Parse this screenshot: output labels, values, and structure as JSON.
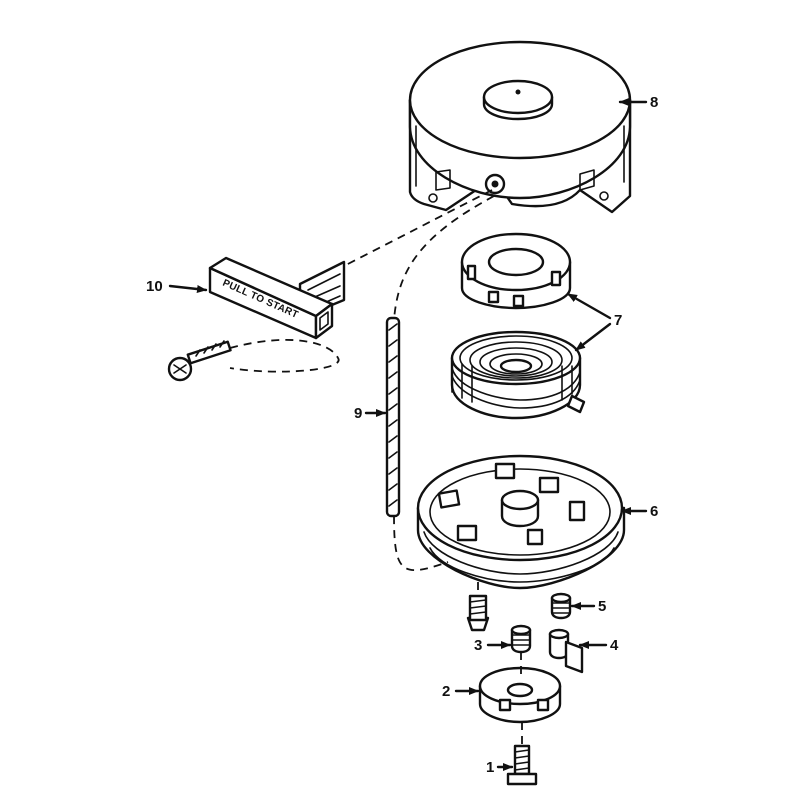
{
  "callouts": [
    {
      "number": "1"
    },
    {
      "number": "2"
    },
    {
      "number": "3"
    },
    {
      "number": "4"
    },
    {
      "number": "5"
    },
    {
      "number": "6"
    },
    {
      "number": "7"
    },
    {
      "number": "8"
    },
    {
      "number": "9"
    },
    {
      "number": "10"
    }
  ],
  "handle_text": "PULL TO START"
}
